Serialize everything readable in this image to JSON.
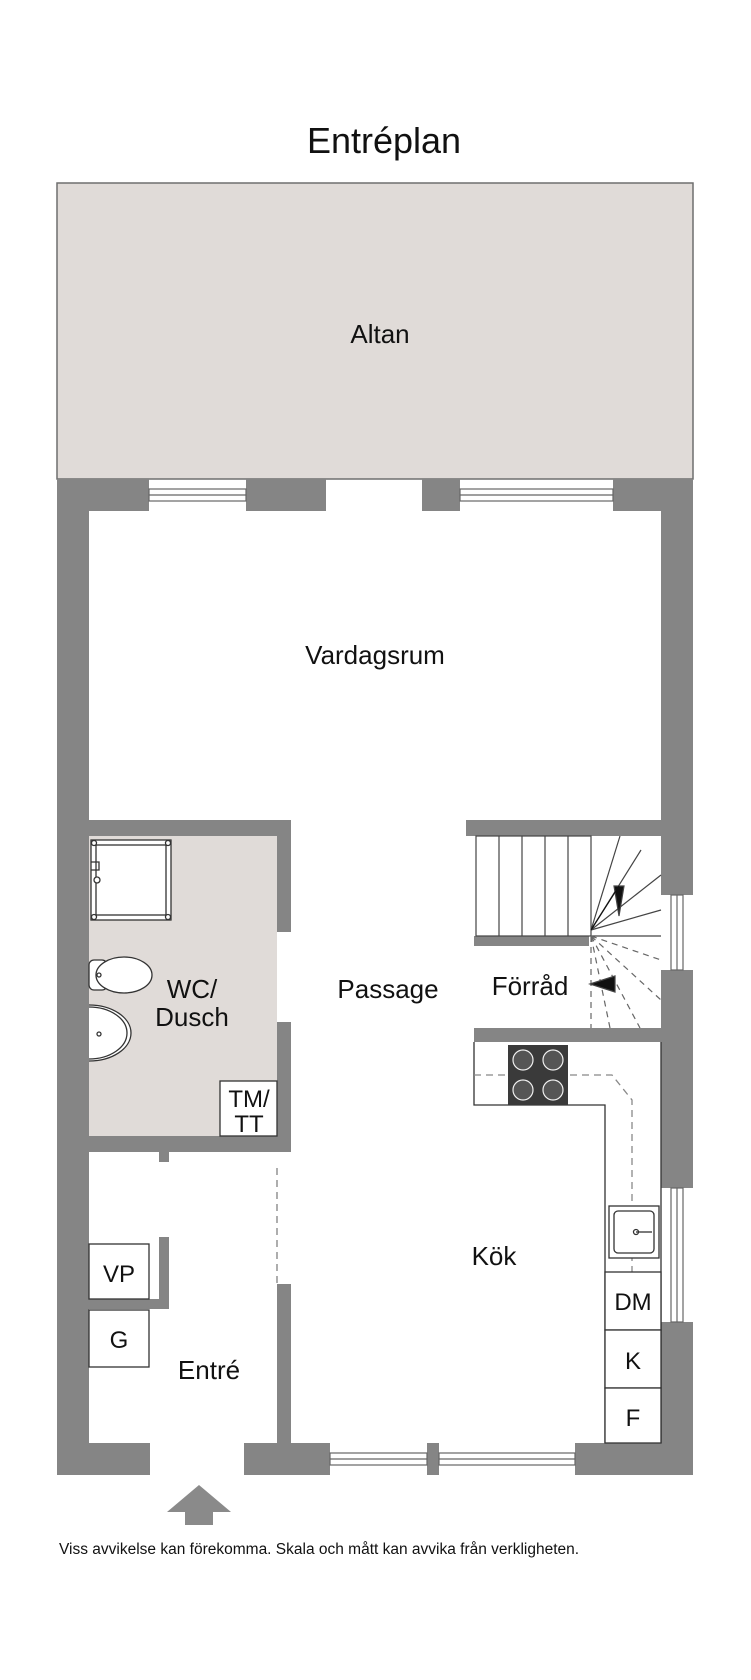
{
  "title": "Entréplan",
  "rooms": {
    "altan": "Altan",
    "vardagsrum": "Vardagsrum",
    "wc_line1": "WC/",
    "wc_line2": "Dusch",
    "passage": "Passage",
    "forrad": "Förråd",
    "kok": "Kök",
    "entre": "Entré"
  },
  "fixtures": {
    "tm_line1": "TM/",
    "tm_line2": "TT",
    "vp": "VP",
    "g": "G",
    "dm": "DM",
    "k": "K",
    "f": "F"
  },
  "disclaimer": "Viss avvikelse kan förekomma. Skala och mått kan avvika från verkligheten.",
  "colors": {
    "wall": "#858585",
    "altan": "#e0dbd8",
    "wet_room": "#e0dbd8",
    "stove": "#3a3a3a",
    "arrow": "#8a8a8a"
  },
  "icons": {
    "shower": "shower-tray-icon",
    "toilet": "toilet-icon",
    "sink": "washbasin-icon",
    "stove": "cooktop-icon",
    "kitchen_sink": "kitchen-sink-icon",
    "entrance": "entrance-arrow-icon"
  }
}
